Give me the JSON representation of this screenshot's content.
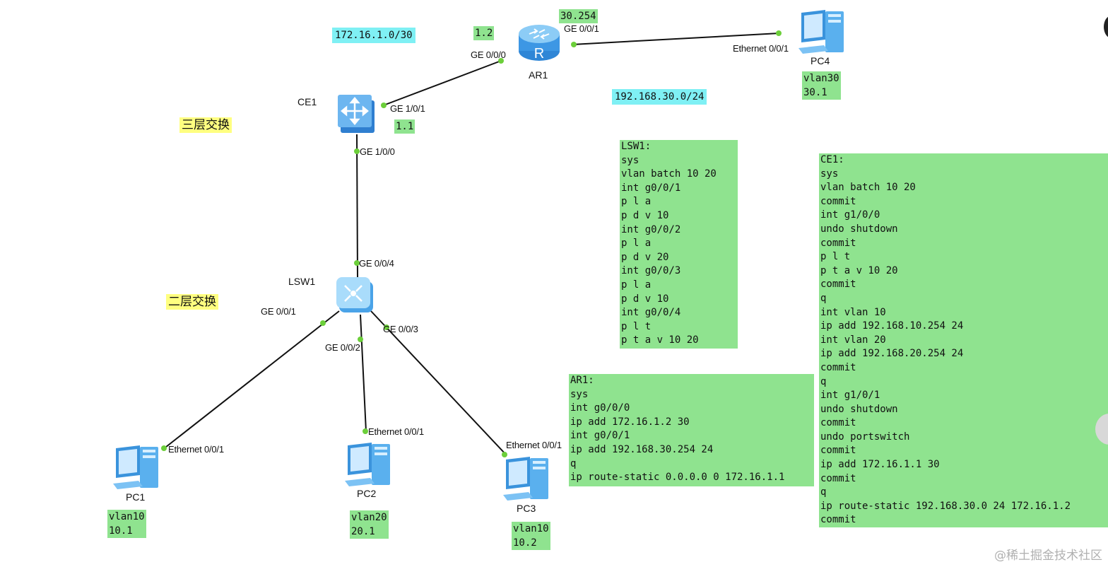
{
  "devices": {
    "ce1": "CE1",
    "ar1": "AR1",
    "lsw1": "LSW1",
    "pc1": "PC1",
    "pc2": "PC2",
    "pc3": "PC3",
    "pc4": "PC4"
  },
  "ports": {
    "ar1_g000": "GE 0/0/0",
    "ar1_g001": "GE 0/0/1",
    "pc4_eth": "Ethernet 0/0/1",
    "ce1_g101": "GE 1/0/1",
    "ce1_g100": "GE 1/0/0",
    "lsw1_g004": "GE 0/0/4",
    "lsw1_g001": "GE 0/0/1",
    "lsw1_g002": "GE 0/0/2",
    "lsw1_g003": "GE 0/0/3",
    "pc1_eth": "Ethernet 0/0/1",
    "pc2_eth": "Ethernet 0/0/1",
    "pc3_eth": "Ethernet 0/0/1"
  },
  "networks": {
    "wan": "172.16.1.0/30",
    "lan30": "192.168.30.0/24"
  },
  "addresses": {
    "ar1_wan": "1.2",
    "ar1_lan": "30.254",
    "ce1_wan": "1.1"
  },
  "notes": {
    "layer3": "三层交换",
    "layer2": "二层交换"
  },
  "pc_tags": {
    "pc4": [
      "vlan30",
      "30.1"
    ],
    "pc1": [
      "vlan10",
      "10.1"
    ],
    "pc2": [
      "vlan20",
      "20.1"
    ],
    "pc3": [
      "vlan10",
      "10.2"
    ]
  },
  "configs": {
    "lsw1": [
      "LSW1:",
      "sys",
      "vlan batch 10 20",
      "int g0/0/1",
      "p l a",
      "p d v 10",
      "int g0/0/2",
      "p l a",
      "p d v 20",
      "int g0/0/3",
      "p l a",
      "p d v 10",
      "int g0/0/4",
      "p l t",
      "p t a v 10 20"
    ],
    "ar1": [
      "AR1:",
      "sys",
      "int g0/0/0",
      "ip add 172.16.1.2 30",
      "int g0/0/1",
      "ip add 192.168.30.254 24",
      "q",
      "ip route-static 0.0.0.0 0 172.16.1.1"
    ],
    "ce1": [
      "CE1:",
      "sys",
      "vlan batch 10 20",
      "commit",
      "int g1/0/0",
      "undo shutdown",
      "commit",
      "p l t",
      "p t a v 10 20",
      "commit",
      "q",
      "int vlan 10",
      "ip add 192.168.10.254 24",
      "int vlan 20",
      "ip add 192.168.20.254 24",
      "commit",
      "q",
      "int g1/0/1",
      "undo shutdown",
      "commit",
      "undo portswitch",
      "commit",
      "ip add 172.16.1.1 30",
      "commit",
      "q",
      "ip route-static 192.168.30.0 24 172.16.1.2",
      "commit"
    ]
  },
  "watermark": "@稀土掘金技术社区",
  "colors": {
    "tag_green": "#8fe38f",
    "net_cyan": "#7ff0f4",
    "note_yellow": "#ffff80",
    "link": "#111111",
    "port_dot": "#6ccf3a",
    "device_blue": "#4aa3e8"
  }
}
